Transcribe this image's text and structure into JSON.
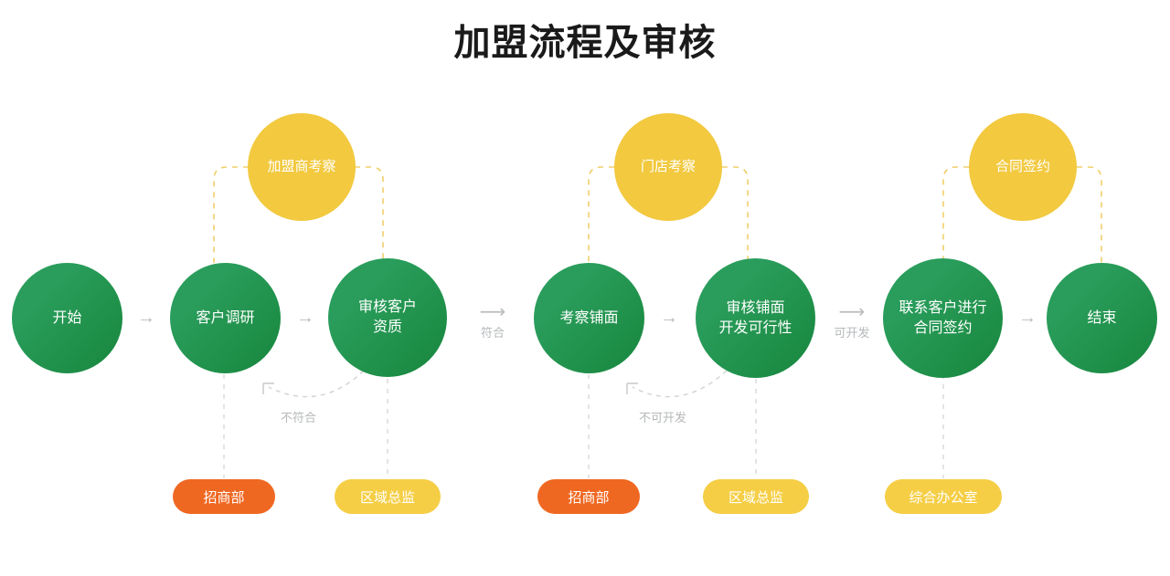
{
  "title": "加盟流程及审核",
  "colors": {
    "green": "#229b53",
    "yellow": "#f2c93f",
    "pill_yellow": "#f5ce45",
    "pill_orange": "#ef6822",
    "arrow_gray": "#b9bcbe",
    "label_gray": "#b5b8ba",
    "title_black": "#1a1a1a",
    "background": "#ffffff"
  },
  "process_nodes": [
    {
      "id": "start",
      "label": "开始",
      "lines": [
        "开始"
      ]
    },
    {
      "id": "customer-survey",
      "label": "客户调研",
      "lines": [
        "客户调研"
      ]
    },
    {
      "id": "audit-customer",
      "label": "审核客户资质",
      "lines": [
        "审核客户",
        "资质"
      ]
    },
    {
      "id": "inspect-shop",
      "label": "考察铺面",
      "lines": [
        "考察铺面"
      ]
    },
    {
      "id": "audit-shop",
      "label": "审核铺面开发可行性",
      "lines": [
        "审核铺面",
        "开发可行性"
      ]
    },
    {
      "id": "sign-contract",
      "label": "联系客户进行合同签约",
      "lines": [
        "联系客户进行",
        "合同签约"
      ]
    },
    {
      "id": "end",
      "label": "结束",
      "lines": [
        "结束"
      ]
    }
  ],
  "activity_nodes": [
    {
      "id": "franchisee-visit",
      "label": "加盟商考察"
    },
    {
      "id": "store-visit",
      "label": "门店考察"
    },
    {
      "id": "contract-signing",
      "label": "合同签约"
    }
  ],
  "connectors": [
    {
      "id": "start-to-survey",
      "label": "",
      "glyph": "→"
    },
    {
      "id": "survey-to-audit",
      "label": "",
      "glyph": "→"
    },
    {
      "id": "audit-to-inspect",
      "label": "符合",
      "glyph": "⟶"
    },
    {
      "id": "inspect-to-auditshop",
      "label": "",
      "glyph": "→"
    },
    {
      "id": "auditshop-to-sign",
      "label": "可开发",
      "glyph": "⟶"
    },
    {
      "id": "sign-to-end",
      "label": "",
      "glyph": "→"
    }
  ],
  "feedback_loops": [
    {
      "id": "not-conform",
      "label": "不符合"
    },
    {
      "id": "not-developable",
      "label": "不可开发"
    }
  ],
  "owner_pills": [
    {
      "id": "owner-1",
      "label": "招商部",
      "color": "orange"
    },
    {
      "id": "owner-2",
      "label": "区域总监",
      "color": "yellow"
    },
    {
      "id": "owner-3",
      "label": "招商部",
      "color": "orange"
    },
    {
      "id": "owner-4",
      "label": "区域总监",
      "color": "yellow"
    },
    {
      "id": "owner-5",
      "label": "综合办公室",
      "color": "yellow"
    }
  ]
}
